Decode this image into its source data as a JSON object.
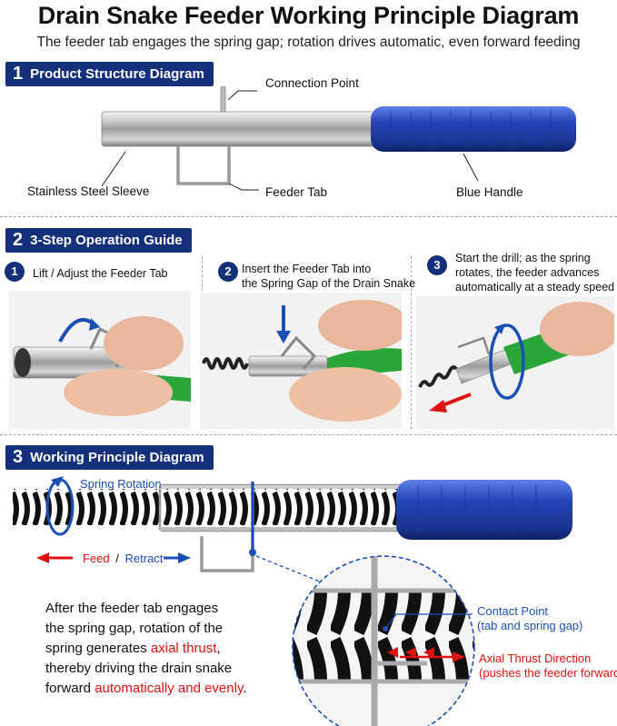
{
  "title": "Drain Snake Feeder Working Principle Diagram",
  "subtitle": "The feeder tab engages the spring gap; rotation drives automatic, even forward feeding",
  "sections": {
    "structure": {
      "num": "1",
      "label": "Product Structure Diagram",
      "labels": {
        "connection_point": "Connection Point",
        "stainless_sleeve": "Stainless Steel Sleeve",
        "feeder_tab": "Feeder Tab",
        "blue_handle": "Blue Handle"
      }
    },
    "operation": {
      "num": "2",
      "label": "3-Step Operation Guide",
      "steps": [
        {
          "num": "1",
          "text": "Lift / Adjust the Feeder Tab"
        },
        {
          "num": "2",
          "text_line1": "Insert the Feeder Tab into",
          "text_line2": "the Spring Gap of the Drain Snake"
        },
        {
          "num": "3",
          "text_line1": "Start the drill; as the spring",
          "text_line2": "rotates, the feeder advances",
          "text_line3": "automatically at a steady speed"
        }
      ]
    },
    "principle": {
      "num": "3",
      "label": "Working Principle Diagram",
      "spring_rotation": "Spring Rotation",
      "feed": "Feed",
      "slash": "/",
      "retract": "Retract",
      "contact_point": "Contact Point",
      "contact_point_sub": "(tab and spring gap)",
      "axial_thrust": "Axial Thrust Direction",
      "axial_thrust_sub": "(pushes the feeder forward)",
      "paragraph": {
        "l1": "After the feeder tab engages",
        "l2": "the spring gap, rotation of the",
        "l3a": "spring generates ",
        "l3b": "axial thrust",
        "l3c": ",",
        "l4": "thereby driving the drain snake",
        "l5a": "forward ",
        "l5b": "automatically and evenly",
        "l5c": "."
      }
    }
  },
  "colors": {
    "badge": "#14307a",
    "handle_blue": "#2445b8",
    "handle_green": "#2aa63a",
    "accent_red": "#e01010",
    "accent_blue": "#1a4fb5"
  }
}
